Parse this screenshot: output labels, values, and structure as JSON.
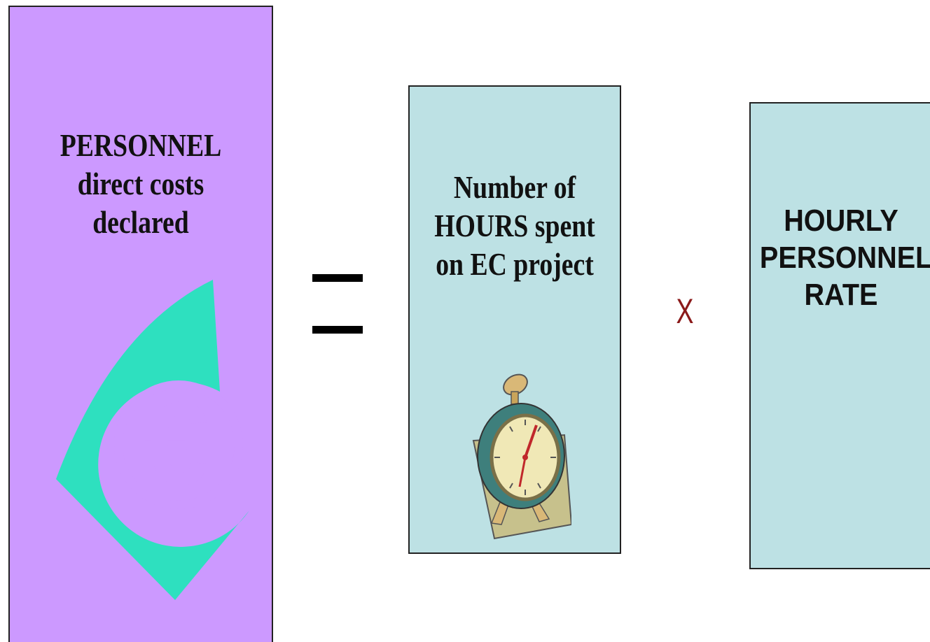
{
  "left_box": {
    "line1": "PERSONNEL",
    "line2": "direct costs",
    "line3": "declared",
    "icon": "euro-icon",
    "color": "#cc99ff"
  },
  "operators": {
    "equals": "=",
    "times": "X"
  },
  "hours_box": {
    "line1": "Number of",
    "line2": "HOURS spent",
    "line3": "on EC project",
    "icon": "alarm-clock-icon",
    "color": "#bde1e4"
  },
  "rate_box": {
    "line1": "HOURLY",
    "line2": "PERSONNEL",
    "line3": "RATE",
    "color": "#bde1e4"
  },
  "accent_colors": {
    "euro_green": "#2ee0bf",
    "times_red": "#8b1a1a"
  }
}
